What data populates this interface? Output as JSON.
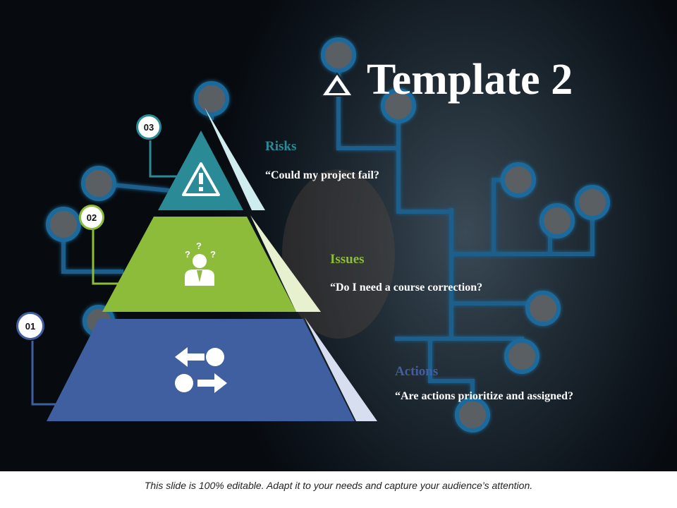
{
  "title": "Template 2",
  "levels": [
    {
      "badge": "03",
      "heading": "Risks",
      "quote": "“Could my project fail?",
      "color": "#2a8a95",
      "icon": "warning-icon"
    },
    {
      "badge": "02",
      "heading": "Issues",
      "quote": "“Do I need a course correction?",
      "color": "#8cbc3a",
      "icon": "confused-person-icon"
    },
    {
      "badge": "01",
      "heading": "Actions",
      "quote": "“Are actions prioritize and assigned?",
      "color": "#3f5fa0",
      "icon": "swap-arrows-icon"
    }
  ],
  "footer": "This slide is 100% editable. Adapt it to your needs and capture your audience’s attention."
}
